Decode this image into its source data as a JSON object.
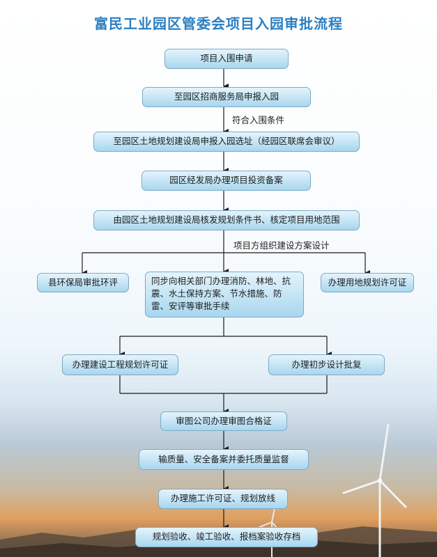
{
  "title": "富民工业园区管委会项目入园审批流程",
  "steps": {
    "s1": "项目入围申请",
    "s2": "至园区招商服务局申报入园",
    "s3": "至园区土地规划建设局申报入园选址（经园区联席会审议）",
    "s4": "园区经发局办理项目投资备案",
    "s5": "由园区土地规划建设局核发规划条件书、核定项目用地范围",
    "b_left": "县环保局审批环评",
    "b_mid": "同步向相关部门办理消防、林地、抗震、水土保持方案、节水措施、防雷、安评等审批手续",
    "b_right": "办理用地规划许可证",
    "c_left": "办理建设工程规划许可证",
    "c_right": "办理初步设计批复",
    "s6": "审图公司办理审图合格证",
    "s7": "输质量、安全备案并委托质量监督",
    "s8": "办理施工许可证、规划放线",
    "s9": "规划验收、竣工验收、报档案验收存档"
  },
  "notes": {
    "n1": "符合入围条件",
    "n2": "项目方组织建设方案设计"
  }
}
